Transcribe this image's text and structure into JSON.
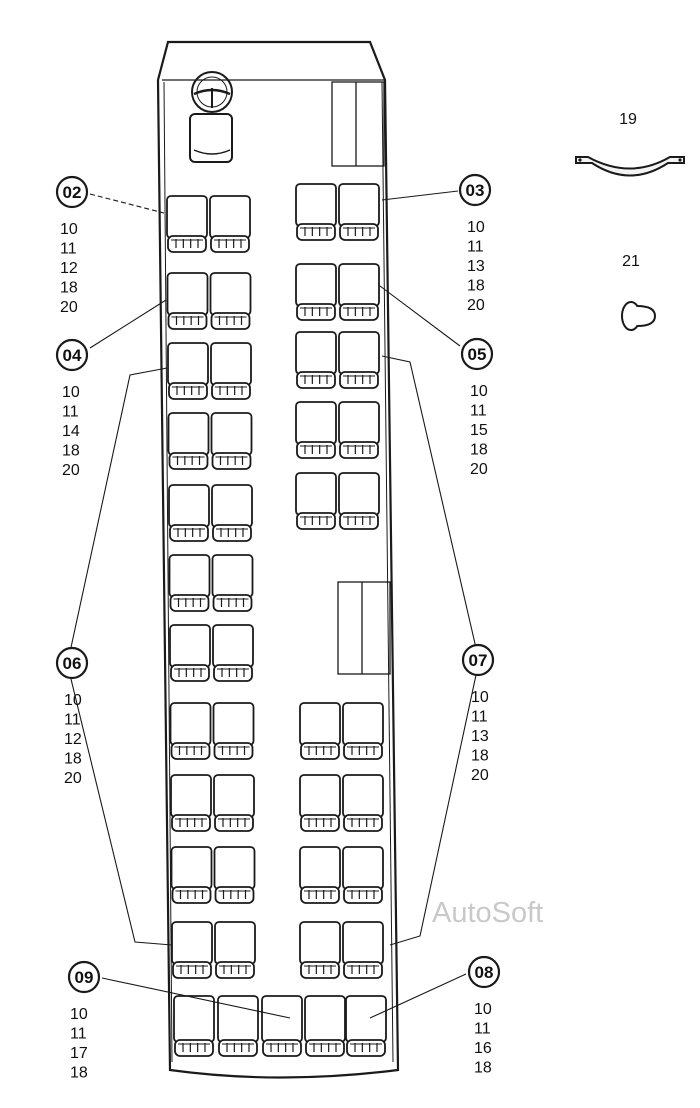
{
  "callouts": [
    {
      "id": "02",
      "parts": [
        "10",
        "11",
        "12",
        "18",
        "20"
      ]
    },
    {
      "id": "03",
      "parts": [
        "10",
        "11",
        "13",
        "18",
        "20"
      ]
    },
    {
      "id": "04",
      "parts": [
        "10",
        "11",
        "14",
        "18",
        "20"
      ]
    },
    {
      "id": "05",
      "parts": [
        "10",
        "11",
        "15",
        "18",
        "20"
      ]
    },
    {
      "id": "06",
      "parts": [
        "10",
        "11",
        "12",
        "18",
        "20"
      ]
    },
    {
      "id": "07",
      "parts": [
        "10",
        "11",
        "13",
        "18",
        "20"
      ]
    },
    {
      "id": "08",
      "parts": [
        "10",
        "11",
        "16",
        "18"
      ]
    },
    {
      "id": "09",
      "parts": [
        "10",
        "11",
        "17",
        "18"
      ]
    }
  ],
  "parts": [
    {
      "id": "19",
      "icon": "strap-bracket-icon"
    },
    {
      "id": "21",
      "icon": "push-button-cap-icon"
    }
  ],
  "watermark": "AutoSoft",
  "colors": {
    "line": "#1a1a1a",
    "paper": "#ffffff",
    "watermark": "#c9c9c9"
  }
}
